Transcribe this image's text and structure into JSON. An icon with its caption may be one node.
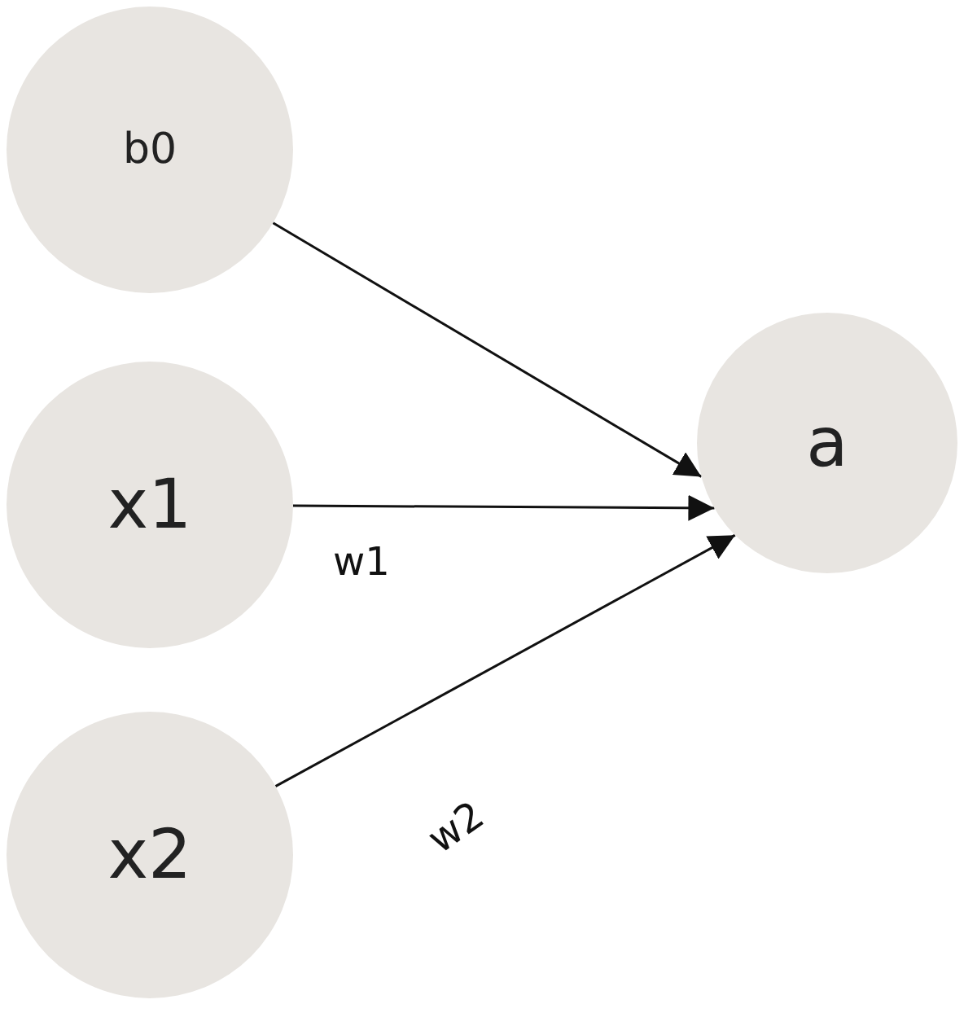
{
  "diagram": {
    "nodes": [
      {
        "text": [
          "b0"
        ]
      },
      {
        "text": [
          "x1"
        ]
      },
      {
        "text": [
          "x2"
        ]
      },
      {
        "text": [
          "a"
        ]
      }
    ],
    "edges": [
      {
        "from": 0,
        "to": 3,
        "arrow": "to"
      },
      {
        "from": 1,
        "to": 3,
        "arrow": "to",
        "label": "w1"
      },
      {
        "from": 2,
        "to": 3,
        "arrow": "to",
        "label": "w2"
      }
    ]
  }
}
